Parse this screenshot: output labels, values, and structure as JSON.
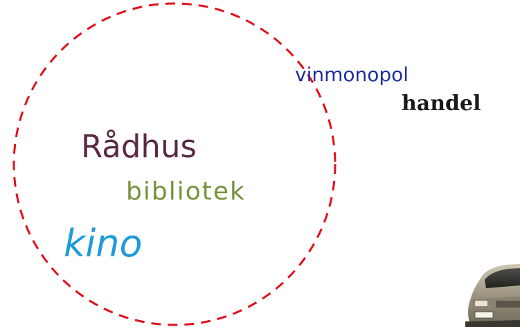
{
  "words": {
    "radhus": "Rådhus",
    "bibliotek": "bibliotek",
    "kino": "kino",
    "vinmonopol": "vinmonopol",
    "handel": "handel"
  },
  "colors": {
    "ring": "#e0101a",
    "radhus": "#5a2a44",
    "bibliotek": "#76923c",
    "kino": "#1f9bd9",
    "vinmonopol": "#1f2f9e",
    "handel": "#1a1a1a"
  },
  "icons": {
    "car": "car-photo"
  }
}
